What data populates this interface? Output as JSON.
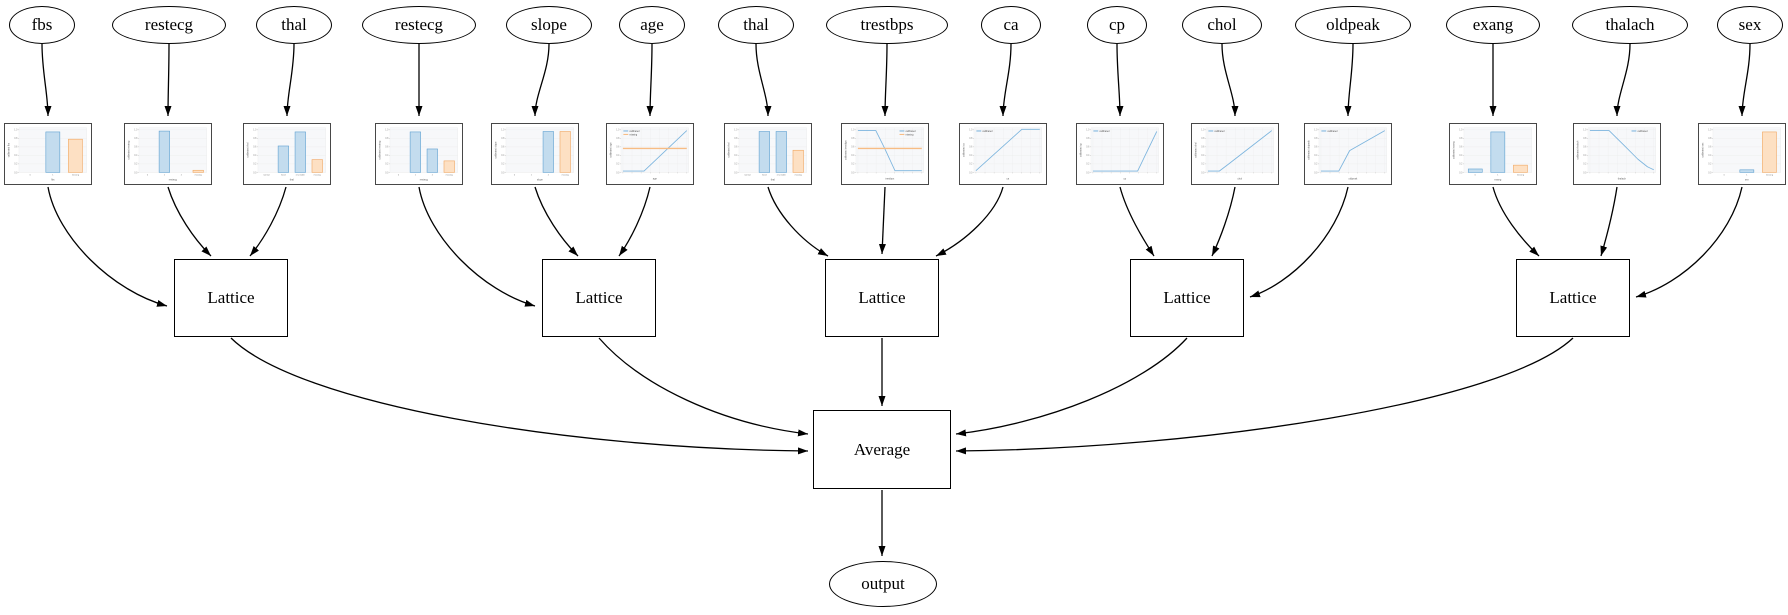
{
  "diagram": {
    "features": [
      "fbs",
      "restecg",
      "thal",
      "restecg",
      "slope",
      "age",
      "thal",
      "trestbps",
      "ca",
      "cp",
      "chol",
      "oldpeak",
      "exang",
      "thalach",
      "sex"
    ],
    "lattice_label": "Lattice",
    "average_label": "Average",
    "output_label": "output"
  },
  "colors": {
    "edge": "#000000",
    "bar_blue_fill": "#c3dcee",
    "bar_blue_edge": "#5b9fd0",
    "bar_orange_fill": "#fde0c3",
    "bar_orange_edge": "#f0a45c",
    "line_blue": "#7db5de",
    "line_orange": "#f7bc84",
    "plot_bg": "#f7f8fa",
    "grid": "#ececec",
    "tick_text": "#888888",
    "axis_text": "#666666"
  },
  "chart_data": [
    {
      "feature": "fbs",
      "type": "bar",
      "ylabel": "calibrated fbs",
      "xlabel": "fbs",
      "y_ticks": [
        "0.0",
        "0.2",
        "0.4",
        "0.6",
        "0.8",
        "1.0"
      ],
      "categories": [
        "0",
        "1",
        "missing"
      ],
      "values": [
        0,
        0.95,
        0.78
      ]
    },
    {
      "feature": "restecg",
      "type": "bar",
      "ylabel": "calibrated restecg",
      "xlabel": "restecg",
      "y_ticks": [
        "0.0",
        "0.2",
        "0.4",
        "0.6",
        "0.8",
        "1.0"
      ],
      "categories": [
        "0",
        "1",
        "2",
        "missing"
      ],
      "values": [
        0,
        0.97,
        0,
        0.05
      ]
    },
    {
      "feature": "thal",
      "type": "bar",
      "ylabel": "calibrated thal",
      "xlabel": "thal",
      "y_ticks": [
        "0.0",
        "0.2",
        "0.4",
        "0.6",
        "0.8",
        "1.0"
      ],
      "categories": [
        "normal",
        "fixed",
        "reversible",
        "missing"
      ],
      "values": [
        0,
        0.62,
        0.95,
        0.3
      ]
    },
    {
      "feature": "restecg",
      "type": "bar",
      "ylabel": "calibrated restecg",
      "xlabel": "restecg",
      "y_ticks": [
        "0.0",
        "0.2",
        "0.4",
        "0.6",
        "0.8",
        "1.0"
      ],
      "categories": [
        "0",
        "1",
        "2",
        "missing"
      ],
      "values": [
        0,
        0.95,
        0.55,
        0.27
      ]
    },
    {
      "feature": "slope",
      "type": "bar",
      "ylabel": "calibrated slope",
      "xlabel": "slope",
      "y_ticks": [
        "0.0",
        "0.2",
        "0.4",
        "0.6",
        "0.8",
        "1.0"
      ],
      "categories": [
        "0",
        "1",
        "2",
        "missing"
      ],
      "values": [
        0,
        0,
        0.96,
        0.96
      ]
    },
    {
      "feature": "age",
      "type": "line",
      "ylabel": "calibrated age",
      "xlabel": "age",
      "y_ticks": [
        "0.0",
        "0.2",
        "0.4",
        "0.6",
        "0.8",
        "1.0"
      ],
      "legend": "top-left",
      "series": [
        {
          "name": "calibrated",
          "color": "blue",
          "points": [
            [
              0,
              0.02
            ],
            [
              0.33,
              0.02
            ],
            [
              1,
              0.97
            ]
          ]
        },
        {
          "name": "missing",
          "color": "orange",
          "points": [
            [
              0,
              0.55
            ],
            [
              1,
              0.55
            ]
          ]
        }
      ]
    },
    {
      "feature": "thal",
      "type": "bar",
      "ylabel": "calibrated thal",
      "xlabel": "thal",
      "y_ticks": [
        "0.0",
        "0.2",
        "0.4",
        "0.6",
        "0.8",
        "1.0"
      ],
      "categories": [
        "normal",
        "fixed",
        "reversible",
        "missing"
      ],
      "values": [
        0,
        0.96,
        0.96,
        0.52
      ]
    },
    {
      "feature": "trestbps",
      "type": "line",
      "ylabel": "calibrated trestbps",
      "xlabel": "trestbps",
      "y_ticks": [
        "0.0",
        "0.2",
        "0.4",
        "0.6",
        "0.8",
        "1.0"
      ],
      "legend": "top-right",
      "series": [
        {
          "name": "calibrated",
          "color": "blue",
          "points": [
            [
              0,
              0.97
            ],
            [
              0.28,
              0.97
            ],
            [
              0.42,
              0.55
            ],
            [
              0.58,
              0.03
            ],
            [
              1,
              0.03
            ]
          ]
        },
        {
          "name": "missing",
          "color": "orange",
          "points": [
            [
              0,
              0.55
            ],
            [
              1,
              0.55
            ]
          ]
        }
      ]
    },
    {
      "feature": "ca",
      "type": "line",
      "ylabel": "calibrated ca",
      "xlabel": "ca",
      "y_ticks": [
        "0.0",
        "0.2",
        "0.4",
        "0.6",
        "0.8",
        "1.0"
      ],
      "legend": "top-left",
      "series": [
        {
          "name": "calibrated",
          "color": "blue",
          "points": [
            [
              0,
              0.03
            ],
            [
              0.72,
              1
            ],
            [
              1,
              1
            ]
          ]
        }
      ]
    },
    {
      "feature": "cp",
      "type": "line",
      "ylabel": "calibrated cp",
      "xlabel": "cp",
      "y_ticks": [
        "0.0",
        "0.2",
        "0.4",
        "0.6",
        "0.8",
        "1.0"
      ],
      "legend": "top-left",
      "series": [
        {
          "name": "calibrated",
          "color": "blue",
          "points": [
            [
              0,
              0.02
            ],
            [
              0.7,
              0.02
            ],
            [
              1,
              0.95
            ]
          ]
        }
      ]
    },
    {
      "feature": "chol",
      "type": "line",
      "ylabel": "calibrated chol",
      "xlabel": "chol",
      "y_ticks": [
        "0.0",
        "0.2",
        "0.4",
        "0.6",
        "0.8",
        "1.0"
      ],
      "legend": "top-left",
      "series": [
        {
          "name": "calibrated",
          "color": "blue",
          "points": [
            [
              0,
              0.02
            ],
            [
              0.18,
              0.02
            ],
            [
              0.32,
              0.18
            ],
            [
              1,
              0.97
            ]
          ]
        }
      ]
    },
    {
      "feature": "oldpeak",
      "type": "line",
      "ylabel": "calibrated oldpeak",
      "xlabel": "oldpeak",
      "y_ticks": [
        "0.0",
        "0.2",
        "0.4",
        "0.6",
        "0.8",
        "1.0"
      ],
      "legend": "top-left",
      "series": [
        {
          "name": "calibrated",
          "color": "blue",
          "points": [
            [
              0,
              0.02
            ],
            [
              0.28,
              0.02
            ],
            [
              0.45,
              0.5
            ],
            [
              1,
              0.97
            ]
          ]
        }
      ]
    },
    {
      "feature": "exang",
      "type": "bar",
      "ylabel": "calibrated exang",
      "xlabel": "exang",
      "y_ticks": [
        "0.0",
        "0.2",
        "0.4",
        "0.6",
        "0.8",
        "1.0"
      ],
      "categories": [
        "0",
        "1",
        "missing"
      ],
      "values": [
        0.08,
        0.95,
        0.17
      ]
    },
    {
      "feature": "thalach",
      "type": "line",
      "ylabel": "calibrated thalach",
      "xlabel": "thalach",
      "y_ticks": [
        "0.0",
        "0.2",
        "0.4",
        "0.6",
        "0.8",
        "1.0"
      ],
      "legend": "top-right",
      "series": [
        {
          "name": "calibrated",
          "color": "blue",
          "points": [
            [
              0,
              0.97
            ],
            [
              0.3,
              0.97
            ],
            [
              0.55,
              0.6
            ],
            [
              0.75,
              0.3
            ],
            [
              0.9,
              0.12
            ],
            [
              1,
              0.05
            ]
          ]
        }
      ]
    },
    {
      "feature": "sex",
      "type": "bar",
      "ylabel": "calibrated sex",
      "xlabel": "sex",
      "y_ticks": [
        "0.0",
        "0.2",
        "0.4",
        "0.6",
        "0.8",
        "1.0"
      ],
      "categories": [
        "0",
        "1",
        "missing"
      ],
      "values": [
        0,
        0.06,
        0.95
      ]
    }
  ]
}
